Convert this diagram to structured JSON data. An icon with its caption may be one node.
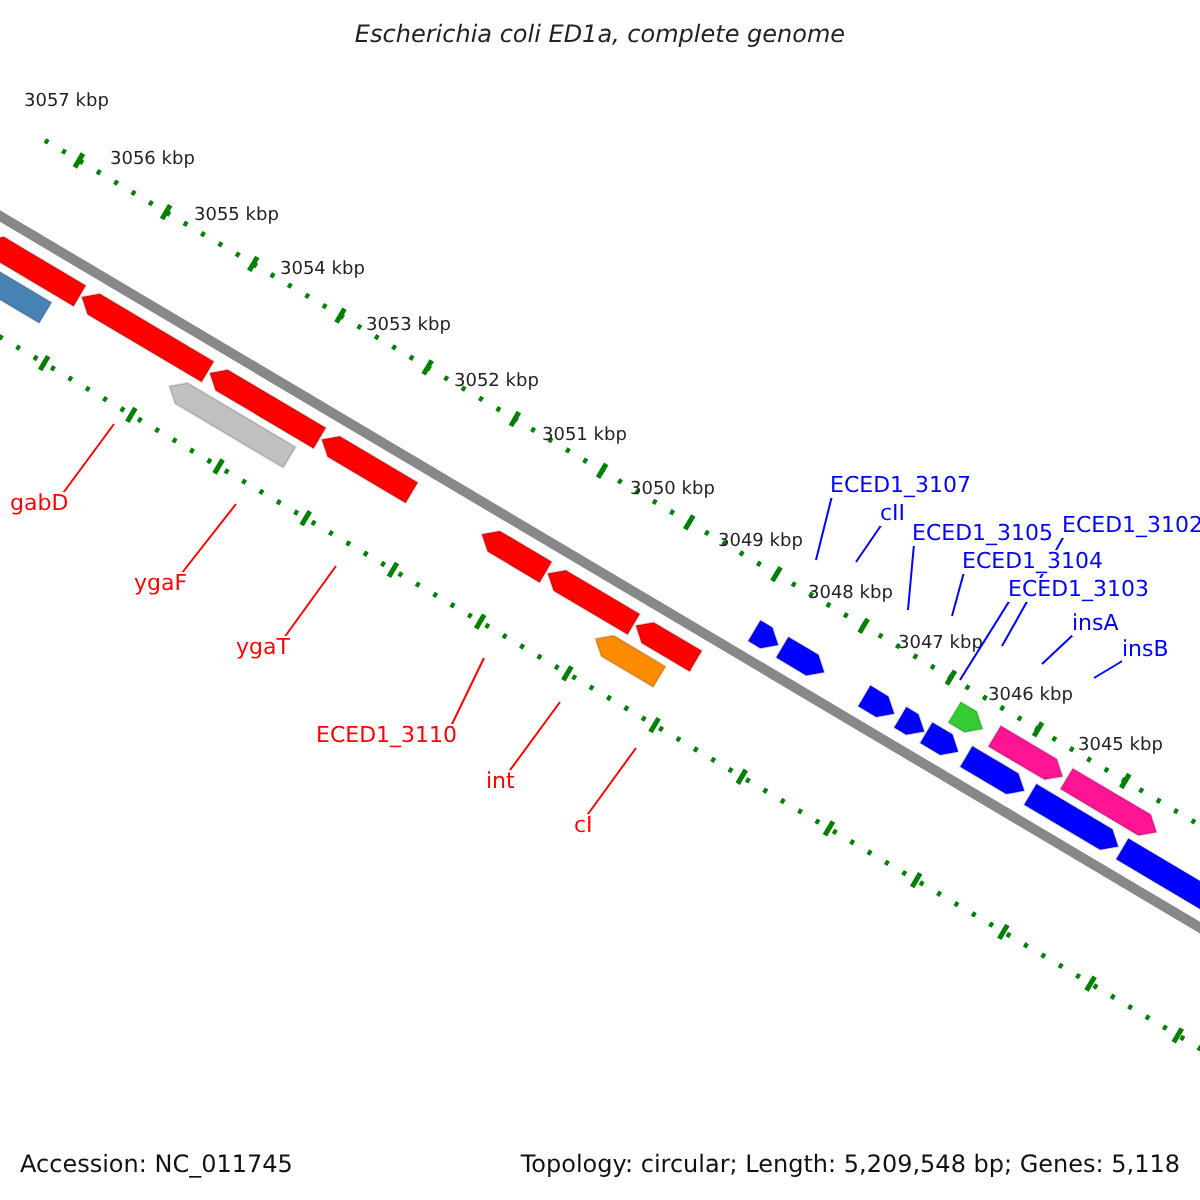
{
  "diagram": {
    "title": "Escherichia coli ED1a, complete genome",
    "nodes": [
      {
        "text": [
          "gabD"
        ]
      },
      {
        "text": [
          "ygaF"
        ]
      },
      {
        "text": [
          "ygaT"
        ]
      },
      {
        "text": [
          "ECED1_3110"
        ]
      },
      {
        "text": [
          "int"
        ]
      },
      {
        "text": [
          "cI"
        ]
      },
      {
        "text": [
          "ECED1_3107"
        ]
      },
      {
        "text": [
          "cII"
        ]
      },
      {
        "text": [
          "ECED1_3105"
        ]
      },
      {
        "text": [
          "ECED1_3104"
        ]
      },
      {
        "text": [
          "ECED1_3102"
        ]
      },
      {
        "text": [
          "ECED1_3103"
        ]
      },
      {
        "text": [
          "insA"
        ]
      },
      {
        "text": [
          "insB"
        ]
      }
    ],
    "edges": [
      {
        "from": 0,
        "to": null,
        "arrow": "none",
        "color": "#ff0000"
      },
      {
        "from": 1,
        "to": null,
        "arrow": "none",
        "color": "#ff0000"
      },
      {
        "from": 2,
        "to": null,
        "arrow": "none",
        "color": "#ff0000"
      },
      {
        "from": 3,
        "to": null,
        "arrow": "none",
        "color": "#ff0000"
      },
      {
        "from": 4,
        "to": null,
        "arrow": "none",
        "color": "#ff0000"
      },
      {
        "from": 5,
        "to": null,
        "arrow": "none",
        "color": "#ff0000"
      },
      {
        "from": 6,
        "to": null,
        "arrow": "none"
      },
      {
        "from": 7,
        "to": null,
        "arrow": "none"
      },
      {
        "from": 8,
        "to": null,
        "arrow": "none"
      },
      {
        "from": 9,
        "to": null,
        "arrow": "none"
      },
      {
        "from": 10,
        "to": null,
        "arrow": "none"
      },
      {
        "from": 11,
        "to": null,
        "arrow": "none"
      },
      {
        "from": 12,
        "to": null,
        "arrow": "none"
      },
      {
        "from": 13,
        "to": null,
        "arrow": "none"
      }
    ],
    "labels": [
      "3057 kbp",
      "3056 kbp",
      "3055 kbp",
      "3054 kbp",
      "3053 kbp",
      "3052 kbp",
      "3051 kbp",
      "3050 kbp",
      "3049 kbp",
      "3048 kbp",
      "3047 kbp",
      "3046 kbp",
      "3045 kbp",
      "Accession: NC_011745",
      "Topology: circular; Length: 5,209,548 bp; Genes: 5,118"
    ]
  }
}
